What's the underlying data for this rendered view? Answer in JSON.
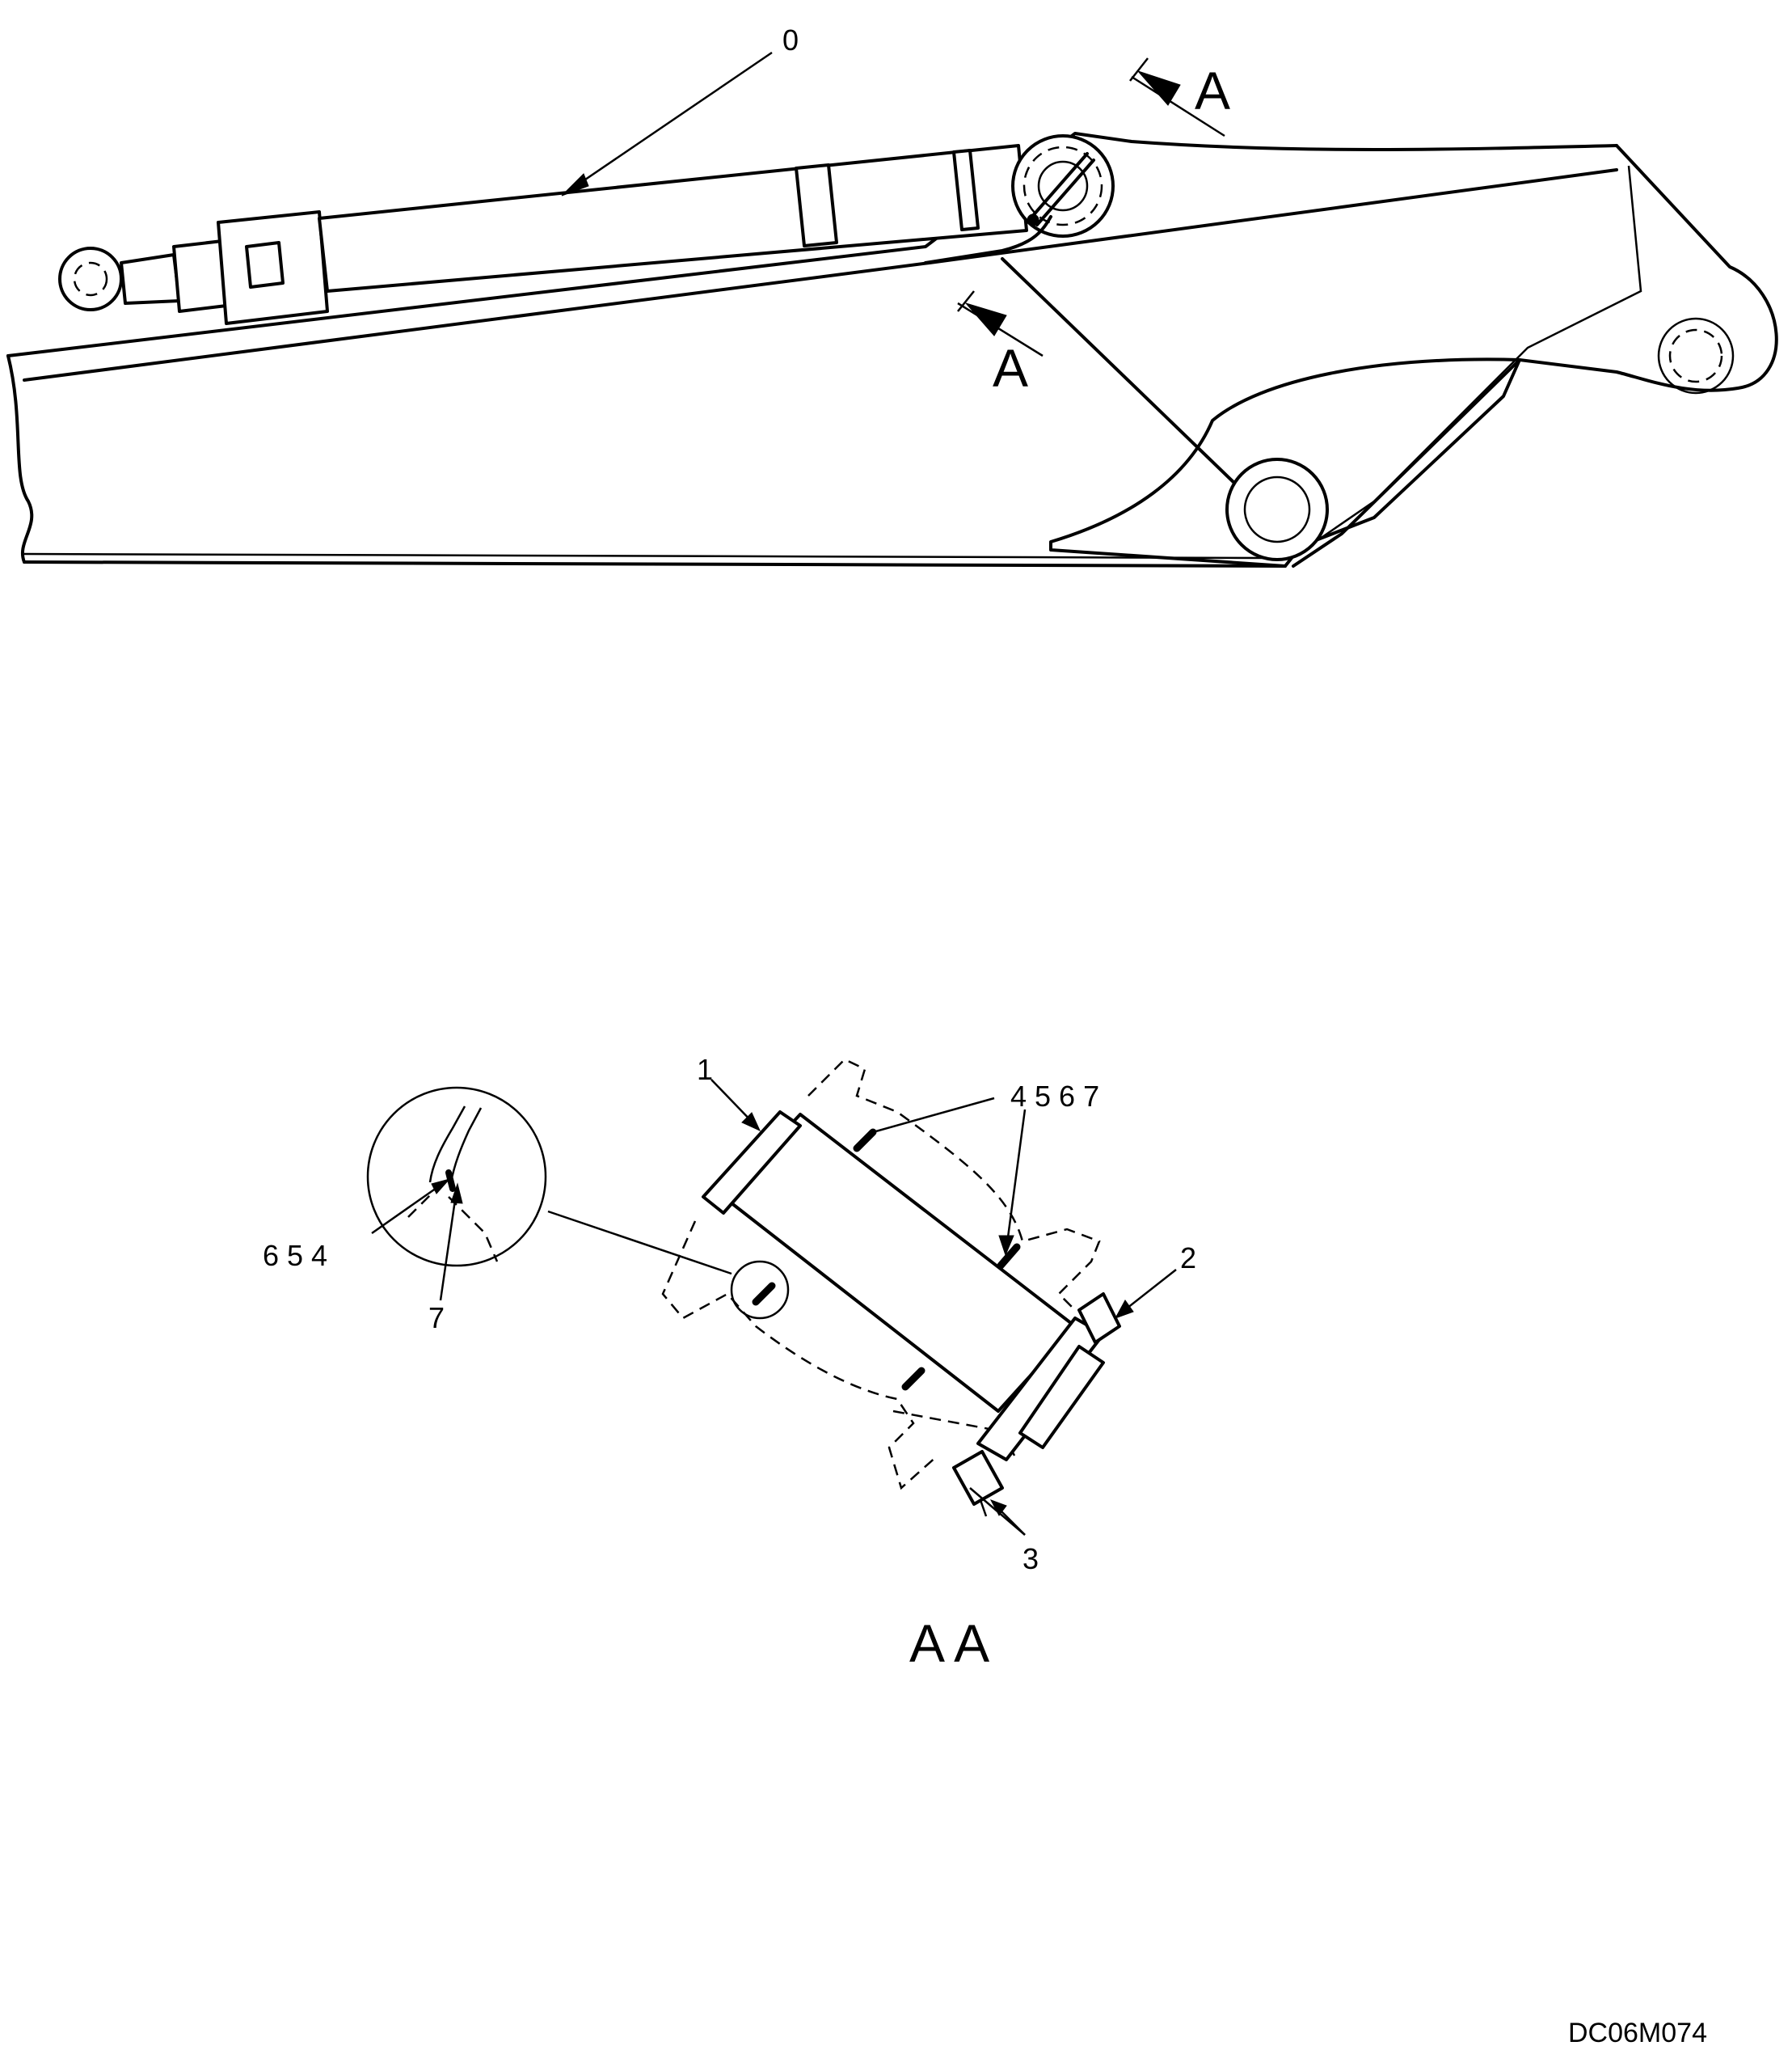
{
  "callouts": {
    "item_0": "0",
    "item_1": "1",
    "item_2": "2",
    "item_3": "3",
    "items_4567": "4  5  6  7",
    "items_654": "6  5  4",
    "item_7": "7"
  },
  "section_marks": {
    "upper": "A",
    "lower": "A"
  },
  "section_view_title": "A A",
  "drawing_reference": "DC06M074"
}
